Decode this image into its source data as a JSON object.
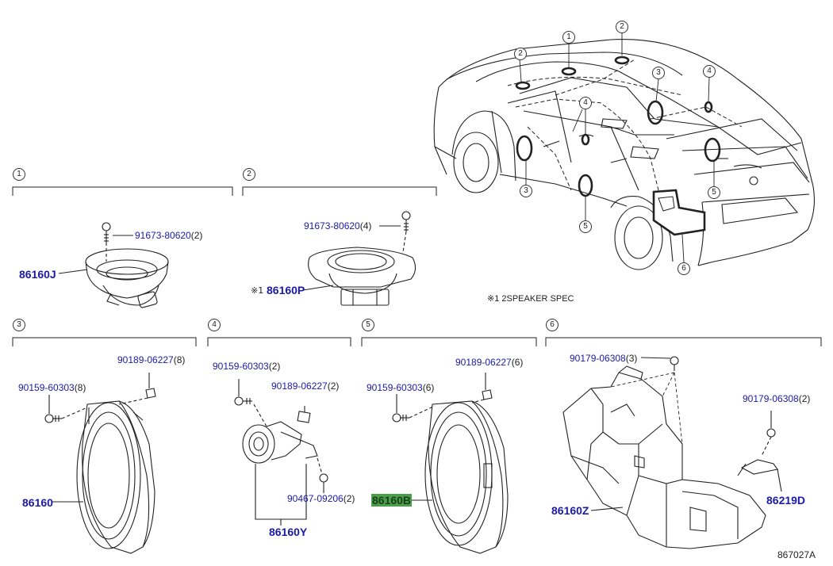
{
  "sections": [
    {
      "num": "1",
      "parts": [
        {
          "pn": "91673-80620",
          "qty": "(2)"
        }
      ],
      "main": "86160J"
    },
    {
      "num": "2",
      "parts": [
        {
          "pn": "91673-80620",
          "qty": "(4)"
        }
      ],
      "main": "86160P",
      "mark": "※1"
    },
    {
      "num": "3",
      "parts": [
        {
          "pn": "90189-06227",
          "qty": "(8)"
        },
        {
          "pn": "90159-60303",
          "qty": "(8)"
        }
      ],
      "main": "86160"
    },
    {
      "num": "4",
      "parts": [
        {
          "pn": "90159-60303",
          "qty": "(2)"
        },
        {
          "pn": "90189-06227",
          "qty": "(2)"
        },
        {
          "pn": "90467-09206",
          "qty": "(2)"
        }
      ],
      "main": "86160Y"
    },
    {
      "num": "5",
      "parts": [
        {
          "pn": "90189-06227",
          "qty": "(6)"
        },
        {
          "pn": "90159-60303",
          "qty": "(6)"
        }
      ],
      "main": "86160B"
    },
    {
      "num": "6",
      "parts": [
        {
          "pn": "90179-06308",
          "qty": "(3)"
        },
        {
          "pn": "90179-06308",
          "qty": "(2)"
        }
      ],
      "main": "86160Z",
      "main2": "86219D"
    }
  ],
  "car_callouts": [
    "1",
    "2",
    "2",
    "3",
    "3",
    "4",
    "4",
    "5",
    "5",
    "6"
  ],
  "note": "※1 2SPEAKER SPEC",
  "figure_id": "867027A",
  "colors": {
    "part_link": "#1a1aa6",
    "highlight": "#49a049",
    "line": "#222222"
  }
}
